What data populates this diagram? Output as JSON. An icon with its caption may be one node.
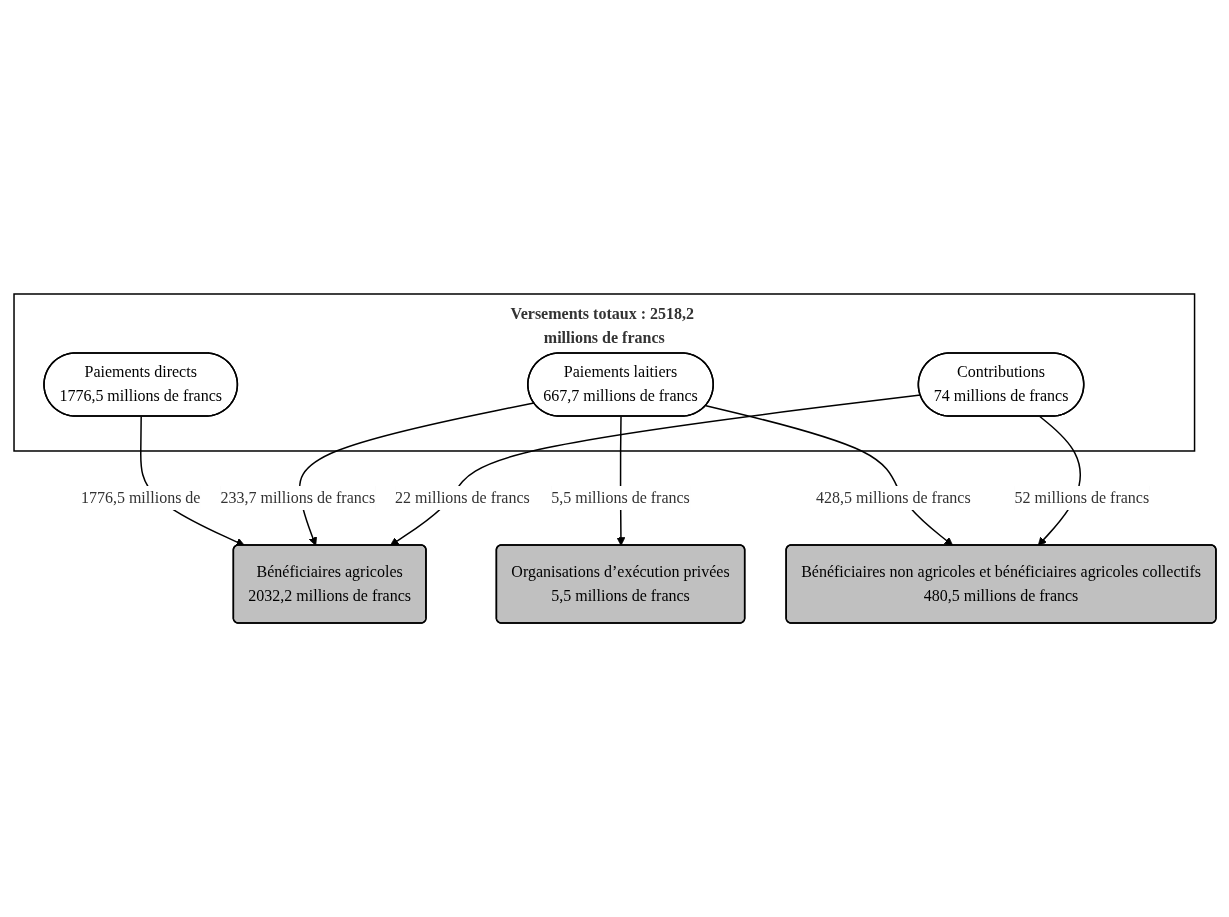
{
  "diagram": {
    "nodes": [
      {
        "text": [
          "Versements totaux : 2518,2 millions de francs"
        ]
      },
      {
        "text": [
          "Paiements directs",
          "1776,5 millions de francs"
        ],
        "in": 0
      },
      {
        "text": [
          "Paiements laitiers",
          "667,7 millions de francs"
        ],
        "in": 0
      },
      {
        "text": [
          "Contributions",
          "74 millions de francs"
        ],
        "in": 0
      },
      {
        "text": [
          "Organisations d’exécution privées",
          "5,5 millions de francs"
        ]
      },
      {
        "text": [
          "Bénéficiaires non agricoles et bénéficiaires agricoles collectifs",
          "480,5 millions de francs"
        ]
      },
      {
        "text": [
          "Bénéficiaires agricoles",
          "2032,2 millions de francs"
        ]
      }
    ],
    "edges": [
      {
        "from": 1,
        "to": 6,
        "arrow": "to",
        "label": "1776,5 millions de"
      },
      {
        "from": 2,
        "to": 4,
        "arrow": "to",
        "label": "5,5 millions de francs"
      },
      {
        "from": 2,
        "to": 6,
        "arrow": "to",
        "label": "233,7 millions de francs"
      },
      {
        "from": 2,
        "to": 5,
        "arrow": "to",
        "label": "428,5 millions de francs"
      },
      {
        "from": 3,
        "to": 5,
        "arrow": "to",
        "label": "52 millions de francs"
      },
      {
        "from": 3,
        "to": 6,
        "arrow": "to",
        "label": "22 millions de francs"
      }
    ]
  }
}
